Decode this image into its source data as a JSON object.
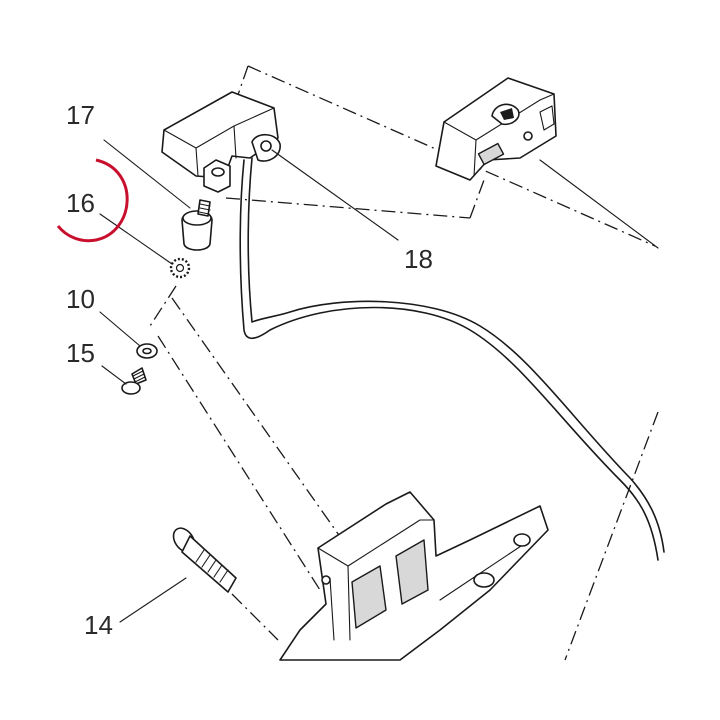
{
  "labels": {
    "p17": "17",
    "p16": "16",
    "p10": "10",
    "p15": "15",
    "p18": "18",
    "p14": "14"
  },
  "colors": {
    "highlight": "#c8102e",
    "ink": "#1a1a1a",
    "label": "#2a2a2a"
  }
}
